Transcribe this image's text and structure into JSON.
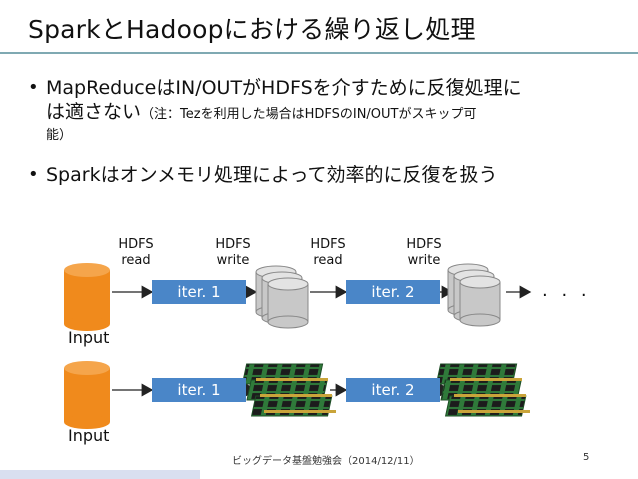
{
  "slide": {
    "title": "SparkとHadoopにおける繰り返し処理",
    "page_number": "5",
    "footer": "ビッグデータ基盤勉強会（2014/12/11）"
  },
  "bullets": [
    {
      "line1": "MapReduceはIN/OUTがHDFSを介すために反復処理に",
      "line2": "は適さない",
      "note_line1": "（注：Tezを利用した場合はHDFSのIN/OUTがスキップ可",
      "note_line2": "能）"
    },
    {
      "text": "Sparkはオンメモリ処理によって効率的に反復を扱う"
    }
  ],
  "diagram": {
    "labels": {
      "hdfs_read_1": [
        "HDFS",
        "read"
      ],
      "hdfs_write_1": [
        "HDFS",
        "write"
      ],
      "hdfs_read_2": [
        "HDFS",
        "read"
      ],
      "hdfs_write_2": [
        "HDFS",
        "write"
      ]
    },
    "hadoop_row": {
      "iter1": "iter. 1",
      "iter2": "iter. 2",
      "input": "Input",
      "ellipsis": ". . ."
    },
    "spark_row": {
      "iter1": "iter. 1",
      "iter2": "iter. 2",
      "input": "Input"
    },
    "colors": {
      "cylinder_orange": "#f08a1c",
      "cylinder_gray": "#c8c8c8",
      "iter_box": "#4a86c8",
      "memory_pcb": "#2f7a3a",
      "title_rule": "#7fa9b2"
    }
  }
}
